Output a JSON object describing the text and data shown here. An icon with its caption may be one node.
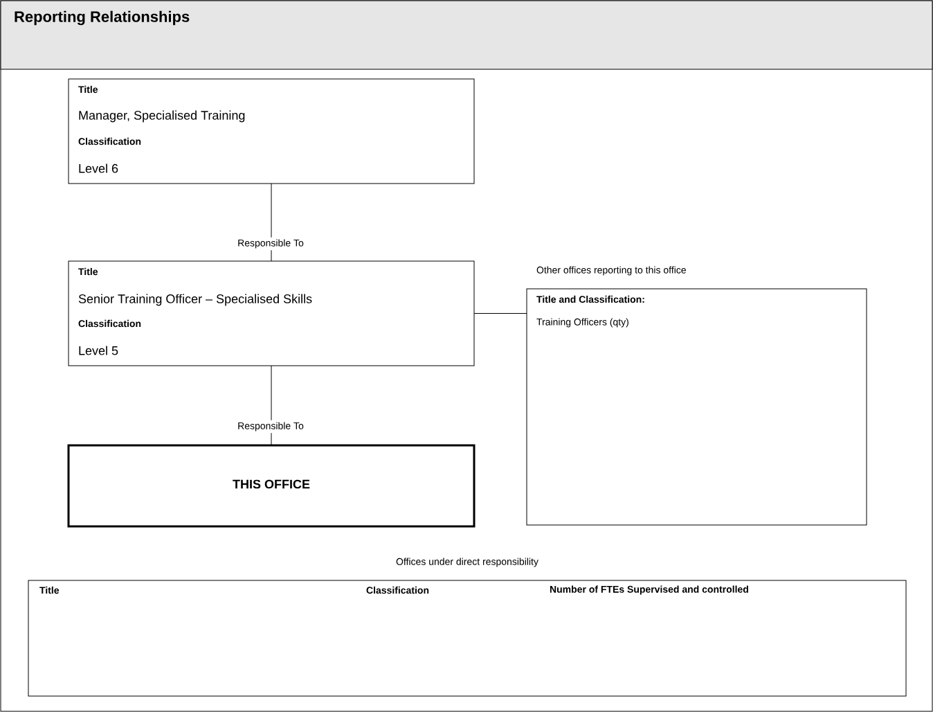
{
  "diagram": {
    "title": "Reporting Relationships",
    "nodes": [
      {
        "text": [
          "Title",
          "Manager, Specialised Training",
          "Classification",
          "Level 6"
        ]
      },
      {
        "text": [
          "Title",
          "Senior Training Officer – Specialised Skills",
          "Classification",
          "Level 5"
        ]
      },
      {
        "text": [
          "THIS OFFICE"
        ]
      },
      {
        "text": [
          "Title and Classification:",
          "Training Officers (qty)"
        ],
        "beside": [
          "Other offices reporting to this office"
        ]
      },
      {
        "text": [
          "Title",
          "Classification",
          "Number of FTEs Supervised and controlled"
        ],
        "beside": [
          "Offices under direct responsibility"
        ]
      }
    ],
    "edges": [
      {
        "from": 0,
        "to": 1,
        "arrow": "none",
        "label": "Responsible To"
      },
      {
        "from": 1,
        "to": 2,
        "arrow": "none",
        "label": "Responsible To"
      },
      {
        "from": 1,
        "to": 3,
        "arrow": "none"
      }
    ]
  }
}
